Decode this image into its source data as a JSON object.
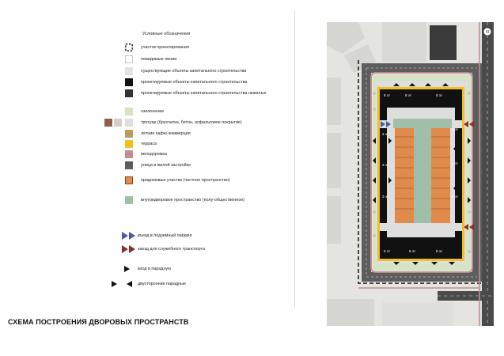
{
  "legend": {
    "title": "Условные обозначения",
    "items": [
      {
        "label": "участок проектирования",
        "swatch": "dashed"
      },
      {
        "label": "невидимые линии",
        "swatch": "#ffffff"
      },
      {
        "label": "существующие объекты капитального строительства",
        "swatch": "#e3e3e3"
      },
      {
        "label": "проектируемые объекты капитального строительства",
        "swatch": "#111111"
      },
      {
        "label": "проектируемые объекты капитального строительства нежилые",
        "swatch": "#333333"
      },
      {
        "label": "озеленение",
        "swatch": "#d5e4c3"
      },
      {
        "label": "тротуар  (брусчатка, бетон, асфальтовое покрытие)",
        "swatch": "#dedede"
      },
      {
        "label": "летние кафе/ коммерция",
        "swatch": "#b89a63"
      },
      {
        "label": "терраса",
        "swatch": "#f2bf1d"
      },
      {
        "label": "велодорожка",
        "swatch": "#c48d93"
      },
      {
        "label": "улица в жилой застройке",
        "swatch": "#5d5d5d"
      },
      {
        "label": "придомовые участки (частное пространство)",
        "swatch": "#e08a4b"
      },
      {
        "label": "внутридворовое пространство (полу-общественное)",
        "swatch": "#9fbfa8"
      },
      {
        "label": "въезд в подземный паркинг",
        "swatch": "#4a58a8"
      },
      {
        "label": "заезд для служебного транспорта",
        "swatch": "#8a2f2f"
      },
      {
        "label": "вход в парадную",
        "swatch": "#111111"
      },
      {
        "label": "двусторонние парадные",
        "swatch": "#111111"
      }
    ],
    "sidewalk_extra_swatches": [
      "#8f5e4b",
      "#d7cfc5"
    ]
  },
  "caption": "СХЕМА ПОСТРОЕНИЯ ДВОРОВЫХ ПРОСТРАНСТВ",
  "plan": {
    "floor_labels": {
      "top_row": [
        "8 эт",
        "8 эт",
        "8 эт"
      ],
      "bottom_row": [
        "8 эт",
        "8 эт",
        "8 эт"
      ],
      "left_col": [
        "3 эт",
        "3 эт",
        "3 эт"
      ],
      "right_col": [
        "3 эт",
        "3 эт",
        "3 эт"
      ]
    },
    "north_symbol": "N"
  }
}
